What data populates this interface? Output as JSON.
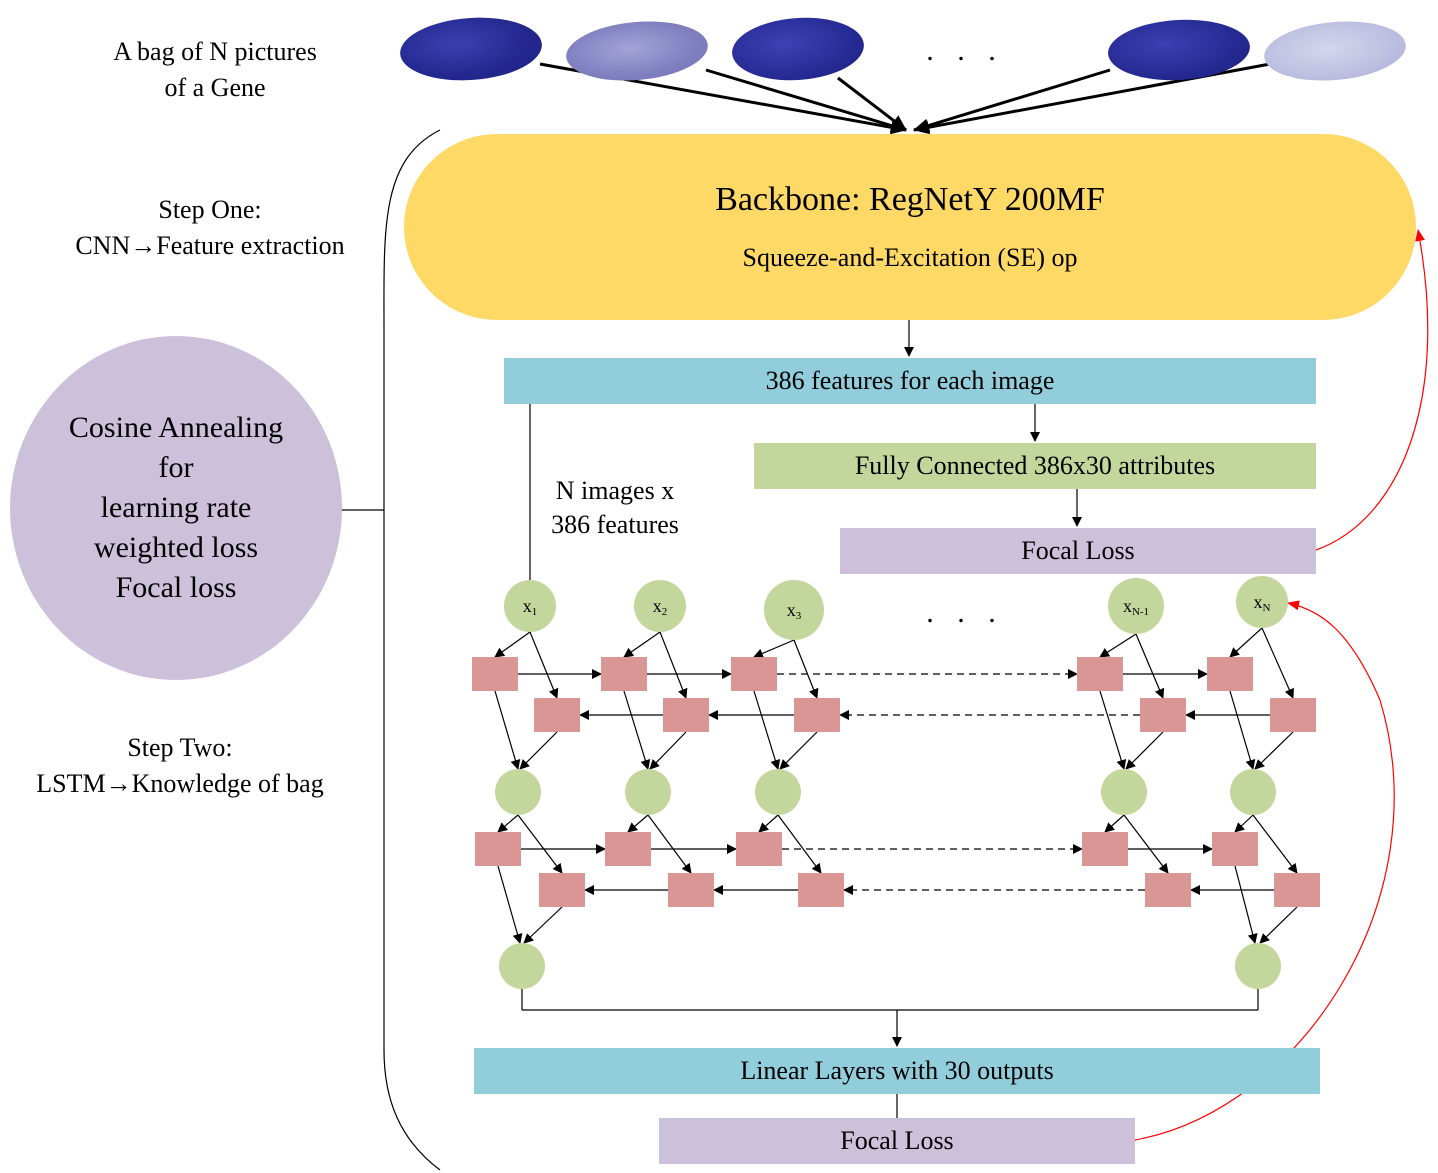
{
  "header": {
    "bag_label_line1": "A bag of N pictures",
    "bag_label_line2": "of a Gene",
    "ellipsis_top": ". . ."
  },
  "side": {
    "step_one_line1": "Step One:",
    "step_one_line2": "CNN→Feature extraction",
    "circle_lines": [
      "Cosine Annealing",
      "for",
      "learning rate",
      "weighted loss",
      "Focal loss"
    ],
    "step_two_line1": "Step Two:",
    "step_two_line2": "LSTM→Knowledge of bag"
  },
  "backbone": {
    "title": "Backbone: RegNetY 200MF",
    "subtitle": "Squeeze-and-Excitation (SE) op",
    "color": "#ffd966"
  },
  "features_bar": {
    "label": "386 features for each image",
    "color": "#92cddc"
  },
  "fc_bar": {
    "label": "Fully Connected 386x30 attributes",
    "color": "#c3d69b"
  },
  "focal_top": {
    "label": "Focal Loss",
    "color": "#ccc0da"
  },
  "n_images": {
    "line1": "N images x",
    "line2": "386 features"
  },
  "inputs": {
    "x1": "x",
    "x1_sub": "1",
    "x2": "x",
    "x2_sub": "2",
    "x3": "x",
    "x3_sub": "3",
    "xn1": "x",
    "xn1_sub": "N-1",
    "xn": "x",
    "xn_sub": "N",
    "ellipsis": ". . ."
  },
  "linear_bar": {
    "label": "Linear Layers with 30 outputs",
    "color": "#92cddc"
  },
  "focal_bottom": {
    "label": "Focal Loss",
    "color": "#ccc0da"
  },
  "colors": {
    "lstm_cell": "#d99694",
    "node_green": "#c3d69b",
    "feedback_arrow": "#ff0000",
    "embryo_dark": "#2a2f9a",
    "embryo_light": "#8f8fc8",
    "embryo_pale": "#c3c6e3"
  }
}
